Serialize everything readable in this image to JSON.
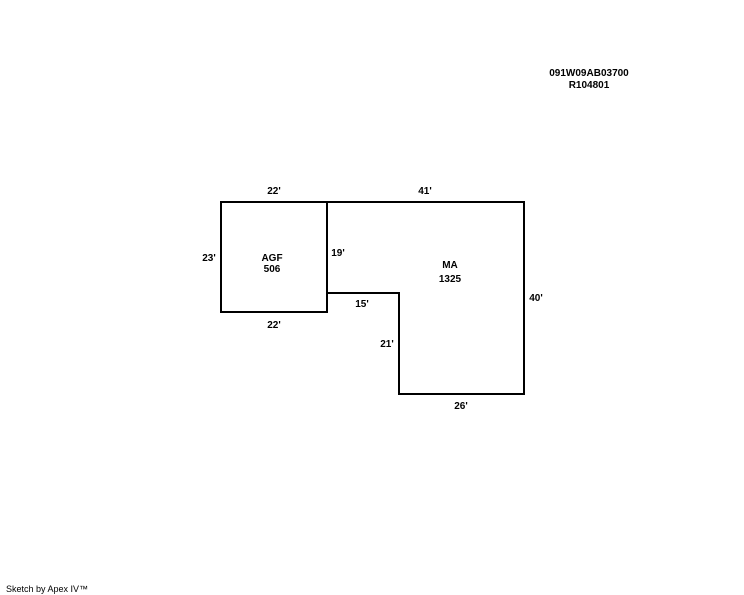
{
  "parcel": {
    "id": "091W09AB03700",
    "ref": "R104801"
  },
  "areas": [
    {
      "code": "AGF",
      "sqft": "506"
    },
    {
      "code": "MA",
      "sqft": "1325"
    }
  ],
  "dimensions": {
    "agf_top": "22'",
    "agf_left": "23'",
    "agf_bottom": "22'",
    "agf_right": "19'",
    "ma_top": "41'",
    "ma_right": "40'",
    "ma_bottom": "26'",
    "ma_step_h": "15'",
    "ma_step_v": "21'"
  },
  "footer": "Sketch by Apex IV™"
}
